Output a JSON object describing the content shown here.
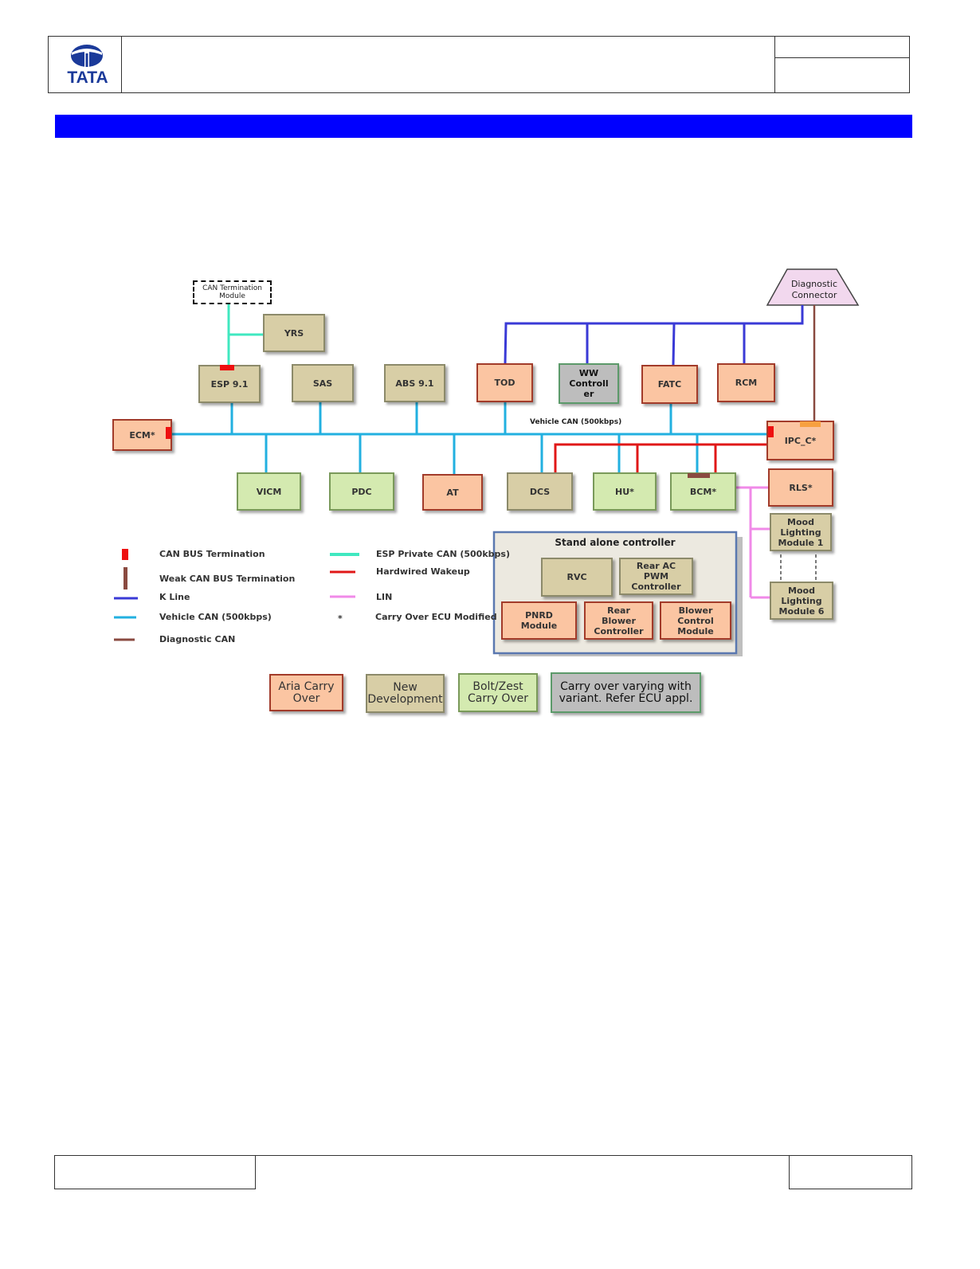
{
  "header": {
    "logo_text": "TATA"
  },
  "diagram": {
    "can_termination_module": "CAN Termination Module",
    "diagnostic_connector": "Diagnostic Connector",
    "vehicle_can_label": "Vehicle CAN (500kbps)",
    "ecus": {
      "yrs": "YRS",
      "esp": "ESP 9.1",
      "sas": "SAS",
      "abs": "ABS 9.1",
      "tod": "TOD",
      "ww": "WW Controll er",
      "fatc": "FATC",
      "rcm": "RCM",
      "ecm": "ECM*",
      "ipc": "IPC_C*",
      "vicm": "VICM",
      "pdc": "PDC",
      "at": "AT",
      "dcs": "DCS",
      "hu": "HU*",
      "bcm": "BCM*",
      "rls": "RLS*",
      "mood1": "Mood Lighting Module 1",
      "mood6": "Mood Lighting Module 6"
    },
    "standalone": {
      "title": "Stand alone controller",
      "rvc": "RVC",
      "rear_ac": "Rear AC PWM Controller",
      "pnrd": "PNRD Module",
      "rear_blower": "Rear Blower Controller",
      "blower_control": "Blower Control Module"
    },
    "legend": {
      "can_bus_termination": "CAN  BUS Termination",
      "weak_can_bus_termination": "Weak CAN BUS Termination",
      "k_line": "K Line",
      "vehicle_can": "Vehicle CAN (500kbps)",
      "diagnostic_can": "Diagnostic CAN",
      "esp_private_can": "ESP Private CAN (500kbps)",
      "hardwired_wakeup": "Hardwired Wakeup",
      "lin": "LIN",
      "carry_over_symbol": "*",
      "carry_over_modified": "Carry Over ECU Modified"
    },
    "key": {
      "aria": "Aria Carry Over",
      "new_dev": "New Development",
      "bolt": "Bolt/Zest Carry Over",
      "varying": "Carry over varying with variant. Refer ECU appl."
    },
    "colors": {
      "k_line": "#3a3ad6",
      "vehicle_can": "#22b0e0",
      "esp_private_can": "#40e8c0",
      "hardwired_wakeup": "#e01818",
      "lin": "#f08ae8",
      "diagnostic_can": "#8a4a40",
      "termination": "#ee1010"
    }
  }
}
